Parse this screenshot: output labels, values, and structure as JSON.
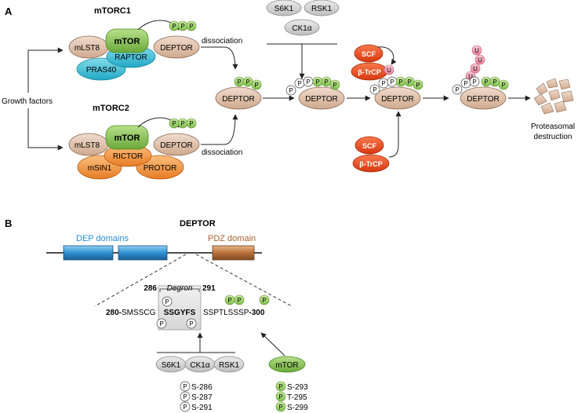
{
  "panels": {
    "a": "A",
    "b": "B"
  },
  "complexes": {
    "mtorc1": "mTORC1",
    "mtorc2": "mTORC2"
  },
  "proteins": {
    "mtor": "mTOR",
    "mlst8": "mLST8",
    "deptor": "DEPTOR",
    "raptor": "RAPTOR",
    "pras40": "PRAS40",
    "rictor": "RICTOR",
    "msin1": "mSIN1",
    "protor": "PROTOR",
    "s6k1": "S6K1",
    "rsk1": "RSK1",
    "ck1a": "CK1α",
    "scf": "SCF",
    "btrcp": "β-TrCP"
  },
  "labels": {
    "dissociation": "dissociation",
    "growth_factors": "Growth factors",
    "proteasomal_1": "Proteasomal",
    "proteasomal_2": "destruction",
    "p": "P",
    "u": "U"
  },
  "domain_panel": {
    "title": "DEPTOR",
    "dep_domains": "DEP domains",
    "pdz_domain": "PDZ domain",
    "degron": "Degron",
    "pos_286": "286",
    "pos_291": "291",
    "seq_start_num": "280-",
    "seq_start_res": "SMSSCG",
    "seq_degron": "SSGYFS",
    "seq_after": "SSPTLSSSP",
    "seq_end_num": "-300",
    "kinases_left": [
      "S6K1",
      "CK1α",
      "RSK1"
    ],
    "kinase_right": "mTOR",
    "sites_left": [
      "S-286",
      "S-287",
      "S-291"
    ],
    "sites_right": [
      "S-293",
      "T-295",
      "S-299"
    ]
  },
  "colors": {
    "deptor": "#dcbca6",
    "grey_protein": "#d8d8d8",
    "mtor_green": "#8cc152",
    "p_green": "#9bd164",
    "raptor_cyan": "#3fc1d9",
    "rictor_orange": "#f39a44",
    "scf_red": "#ee4a1c",
    "u_pink": "#f3a0b4",
    "dep_blue": "#2f8fd0",
    "pdz_brown": "#b7713b",
    "dep_text": "#2a8dd4",
    "pdz_text": "#a8642f"
  }
}
